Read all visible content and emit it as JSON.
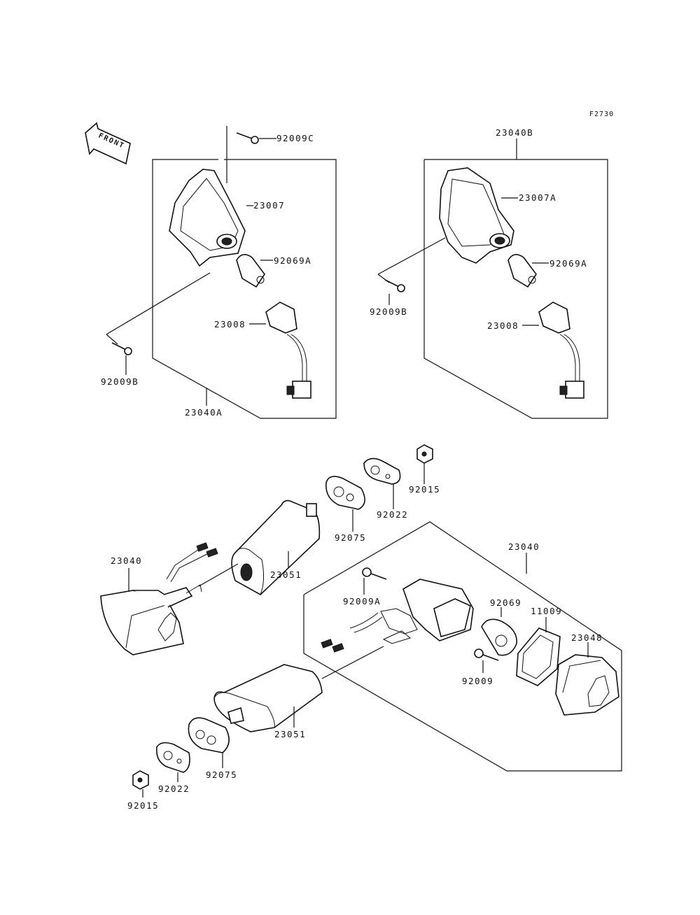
{
  "figure_code": "F2730",
  "front_label": "FRONT",
  "labels": {
    "p92009C": "92009C",
    "p23040B": "23040B",
    "p23007": "23007",
    "p23007A": "23007A",
    "p92069A_left": "92069A",
    "p92069A_right": "92069A",
    "p92009B_left": "92009B",
    "p92009B_right": "92009B",
    "p23008_left": "23008",
    "p23008_right": "23008",
    "p23040A": "23040A",
    "p92015_top": "92015",
    "p92022_top": "92022",
    "p92075_top": "92075",
    "p23040_left": "23040",
    "p23040_right": "23040",
    "p23051_top": "23051",
    "p92009A": "92009A",
    "p92069": "92069",
    "p11009": "11009",
    "p23048": "23048",
    "p92009": "92009",
    "p23051_bottom": "23051",
    "p92075_bottom": "92075",
    "p92022_bottom": "92022",
    "p92015_bottom": "92015"
  }
}
